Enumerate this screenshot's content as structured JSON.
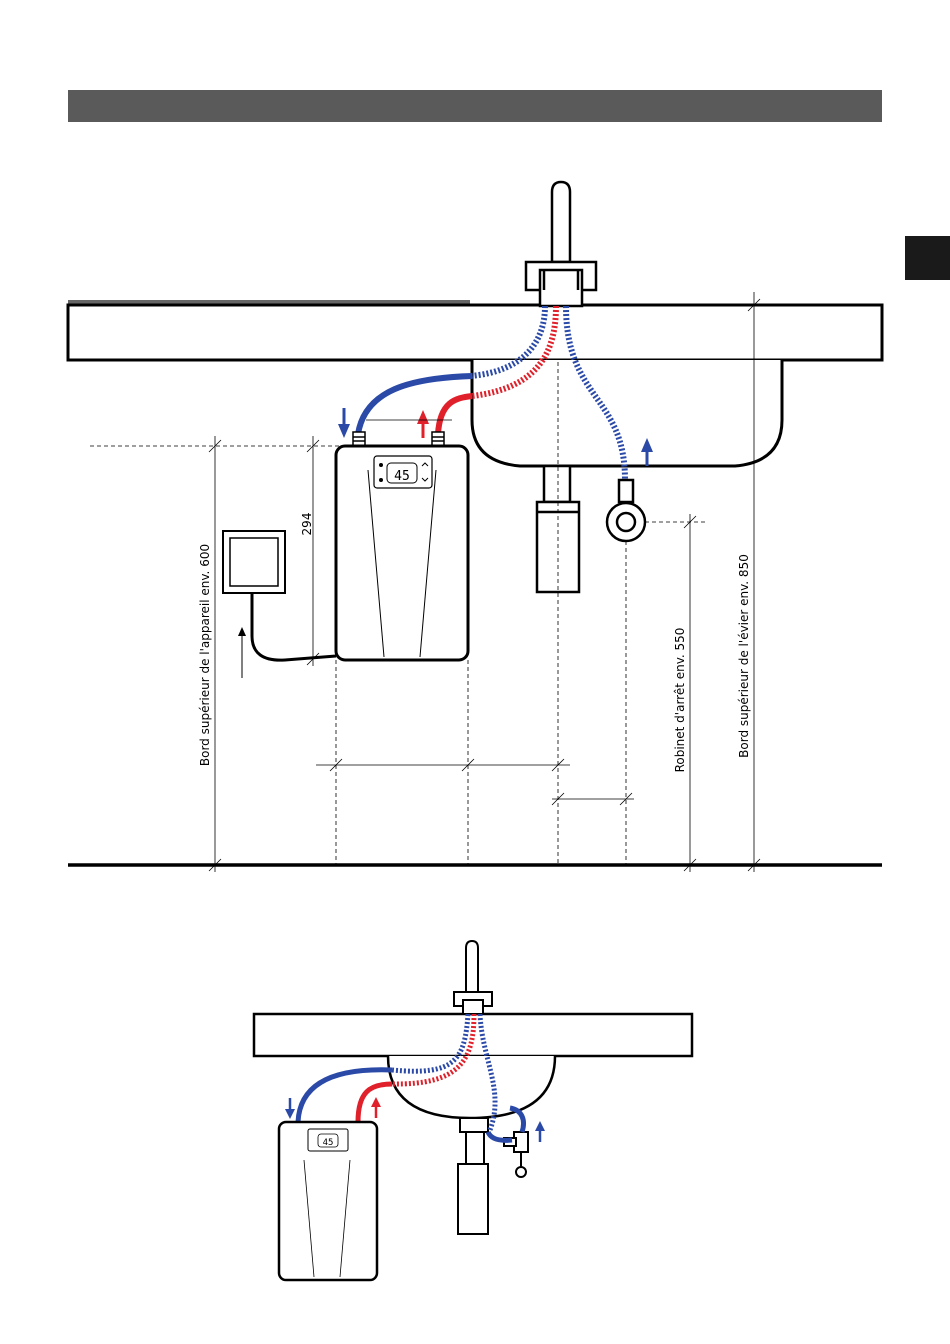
{
  "labels": {
    "device_top": "Bord supérieur de l'appareil env. 600",
    "sink_top": "Bord supérieur de l'évier env. 850",
    "stop_valve": "Robinet d'arrêt env. 550",
    "dimension_294": "294"
  },
  "display": {
    "temperature": "45"
  },
  "colors": {
    "cold": "#2b4aa8",
    "hot": "#e0202a",
    "header": "#5a5a5a"
  }
}
